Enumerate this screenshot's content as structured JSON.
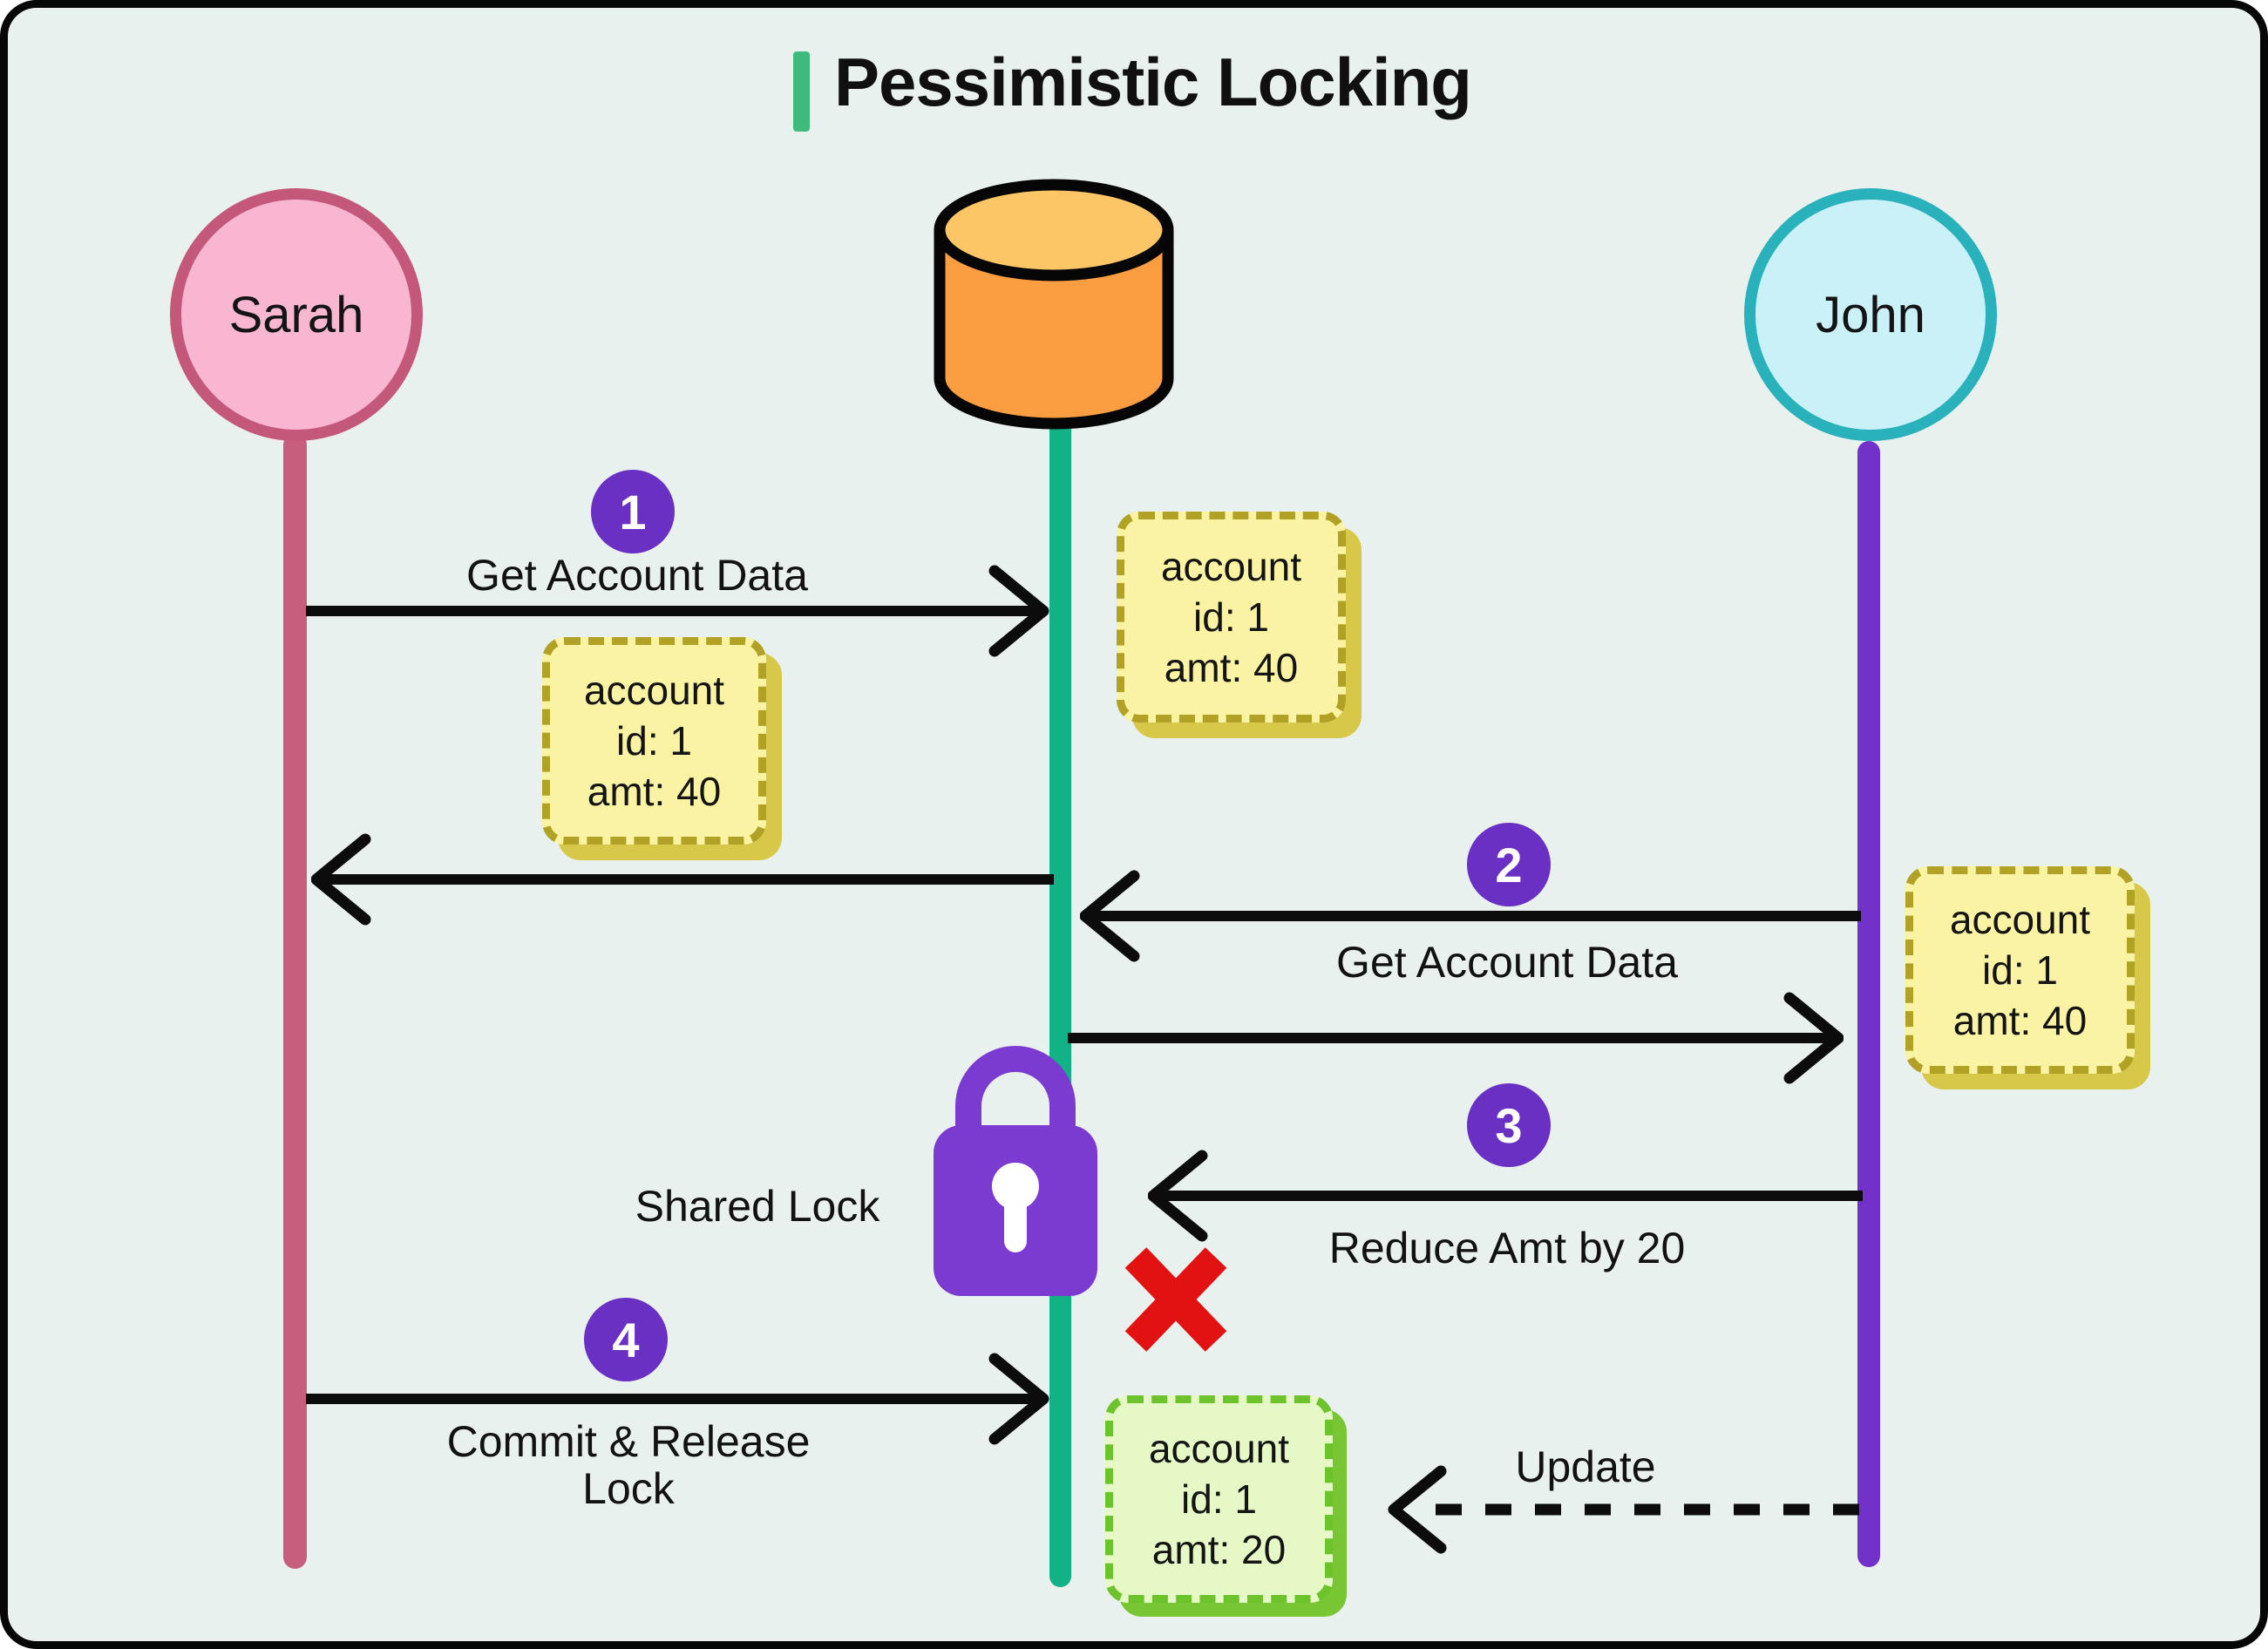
{
  "title": {
    "text": "Pessimistic Locking"
  },
  "actors": {
    "sarah": {
      "label": "Sarah"
    },
    "database": {
      "icon": "database-cylinder-icon"
    },
    "john": {
      "label": "John"
    }
  },
  "steps": {
    "s1": {
      "badge": "1",
      "label": "Get Account Data"
    },
    "s2": {
      "badge": "2",
      "label": "Get Account Data"
    },
    "s3": {
      "badge": "3",
      "label": "Reduce Amt by 20"
    },
    "s4": {
      "badge": "4",
      "label_line1": "Commit & Release",
      "label_line2": "Lock"
    }
  },
  "notes": {
    "db_result": {
      "lines": [
        "account",
        "id: 1",
        "amt: 40"
      ]
    },
    "sarah_copy": {
      "lines": [
        "account",
        "id: 1",
        "amt: 40"
      ]
    },
    "john_copy": {
      "lines": [
        "account",
        "id: 1",
        "amt: 40"
      ]
    },
    "updated": {
      "lines": [
        "account",
        "id: 1",
        "amt: 20"
      ]
    }
  },
  "lock": {
    "label": "Shared Lock",
    "icon": "padlock-icon"
  },
  "blocked": {
    "icon": "red-x-icon"
  },
  "update_label": "Update",
  "colors": {
    "background": "#e8f1ed",
    "frame_border": "#060606",
    "title_accent": "#3eba7d",
    "sarah_fill": "#f8b6d1",
    "sarah_border": "#c4587a",
    "sarah_lifeline": "#c85e7e",
    "db_body": "#fa9e41",
    "db_top": "#fcc566",
    "db_lifeline": "#12b286",
    "john_fill": "#c9f1f7",
    "john_border": "#29b1bc",
    "john_lifeline": "#7231c8",
    "badge_purple": "#6a2fc3",
    "lock_purple": "#7b3ad0",
    "note_yellow_fill": "#faf3a3",
    "note_yellow_border": "#b1a125",
    "note_green_fill": "#e5f8c6",
    "note_green_border": "#6cc32b",
    "blocked_red": "#e31212",
    "arrow_black": "#0c0c0c"
  }
}
